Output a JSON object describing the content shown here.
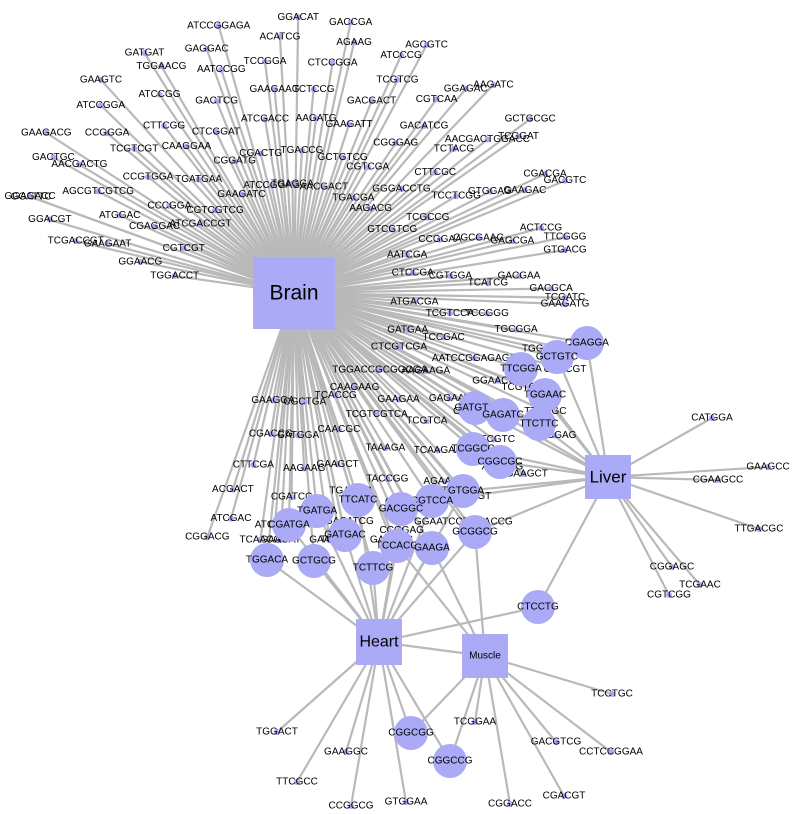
{
  "hubs": [
    {
      "id": "Brain",
      "label": "Brain",
      "color": "#aaaaf6"
    },
    {
      "id": "Liver",
      "label": "Liver",
      "color": "#aaaaf6"
    },
    {
      "id": "Heart",
      "label": "Heart",
      "color": "#aaaaf6"
    },
    {
      "id": "Muscle",
      "label": "Muscle",
      "color": "#aaaaf6"
    }
  ],
  "shared_nodes": [
    {
      "label": "CGAGGA",
      "links": [
        "Brain",
        "Liver"
      ]
    },
    {
      "label": "GCTGTC",
      "links": [
        "Brain",
        "Liver"
      ]
    },
    {
      "label": "TTCGGA",
      "links": [
        "Brain",
        "Liver"
      ]
    },
    {
      "label": "TGGAAC",
      "links": [
        "Brain",
        "Liver"
      ]
    },
    {
      "label": "GATGTC",
      "links": [
        "Brain",
        "Liver"
      ]
    },
    {
      "label": "GAGATC",
      "links": [
        "Brain",
        "Liver"
      ]
    },
    {
      "label": "TTCTTC",
      "links": [
        "Brain",
        "Liver"
      ]
    },
    {
      "label": "TCGGCC",
      "links": [
        "Brain",
        "Liver"
      ]
    },
    {
      "label": "CGGCGC",
      "links": [
        "Brain",
        "Liver"
      ]
    },
    {
      "label": "TGTGGA",
      "links": [
        "Brain",
        "Liver",
        "Heart"
      ]
    },
    {
      "label": "CGTCCA",
      "links": [
        "Brain",
        "Heart",
        "Liver"
      ]
    },
    {
      "label": "GACGGC",
      "links": [
        "Brain",
        "Heart"
      ]
    },
    {
      "label": "GCGGCG",
      "links": [
        "Brain",
        "Liver",
        "Heart",
        "Muscle"
      ]
    },
    {
      "label": "TTCATC",
      "links": [
        "Brain",
        "Heart"
      ]
    },
    {
      "label": "TGATGA",
      "links": [
        "Brain",
        "Heart"
      ]
    },
    {
      "label": "CGATGA",
      "links": [
        "Brain",
        "Heart"
      ]
    },
    {
      "label": "GATGAC",
      "links": [
        "Brain",
        "Heart"
      ]
    },
    {
      "label": "TCCACG",
      "links": [
        "Brain",
        "Heart",
        "Muscle"
      ]
    },
    {
      "label": "GAAGA",
      "links": [
        "Brain",
        "Heart",
        "Muscle"
      ]
    },
    {
      "label": "TCTTCG",
      "links": [
        "Brain",
        "Heart"
      ]
    },
    {
      "label": "TGGACA",
      "links": [
        "Brain",
        "Heart"
      ]
    },
    {
      "label": "GCTGCG",
      "links": [
        "Brain",
        "Heart"
      ]
    },
    {
      "label": "CTCCTG",
      "links": [
        "Liver",
        "Heart"
      ]
    },
    {
      "label": "CGGCGG",
      "links": [
        "Heart",
        "Muscle"
      ]
    },
    {
      "label": "CGGCCG",
      "links": [
        "Heart",
        "Muscle"
      ]
    }
  ],
  "brain_nodes": [
    "TGGACCT",
    "GGAACG",
    "GAAGAAT",
    "TCGACCGT",
    "GGACGT",
    "GGATTC",
    "GGAGACC",
    "CGTCGT",
    "CGAGGAC",
    "ATGGAC",
    "AGCGTCGTCG",
    "AACGACTG",
    "GACTGC",
    "GAAGACG",
    "ATCGACCGT",
    "CCCGGA",
    "CCGTGGA",
    "TCGTCGT",
    "CCGGGA",
    "ATCCGGA",
    "GAAGTC",
    "CGTCGTCG",
    "TGATGAA",
    "CAAGGAA",
    "CTTCGG",
    "ATCCGG",
    "TGGAACG",
    "GATGAT",
    "GAAGATC",
    "CGGATG",
    "CTCGGAT",
    "GACTCG",
    "AATCCGG",
    "GAGGAC",
    "ATCCGGAGA",
    "ATCCGGAG",
    "CGACTG",
    "ATCGACC",
    "GAAGAAG",
    "TCCGGA",
    "ACATCG",
    "GGACAT",
    "TGAGGA",
    "TGACCG",
    "AAGATG",
    "TCTCCG",
    "CTCCGGA",
    "AGAAG",
    "GACCGA",
    "AACGACT",
    "GCTGTCG",
    "GAAGATT",
    "GACGACT",
    "TCGTCG",
    "ATCCCG",
    "AGCGTC",
    "TGACGA",
    "CGTCGA",
    "CGGGAG",
    "GACATCG",
    "CGTCAA",
    "GGAGAC",
    "AAGATC",
    "AAGACG",
    "GGGACCTG",
    "CTTCGC",
    "TCTACG",
    "AACGACTGGACC",
    "TCGGAT",
    "GCTGCGC",
    "GTCGTCG",
    "TCGCCG",
    "TCCTCGG",
    "GTGGAG",
    "GAAGAC",
    "CGACGA",
    "GACGTC",
    "AATCGA",
    "CCGGAA",
    "CGCGAAC",
    "GAGCGA",
    "ACTCCG",
    "TTCGGG",
    "GTGACG",
    "CTCCGA",
    "CGTGGA",
    "TCATCG",
    "GACGAA",
    "GACGCA",
    "GAAGATG",
    "TCGATC",
    "ATGACGA",
    "TCGTCCA",
    "TCCGGG",
    "TGCGGA",
    "TGGACG",
    "GATGCC",
    "GACCGT",
    "GATGAA",
    "TCCGAC",
    "AATCCGGAGAGC",
    "GGAACCG",
    "TCGTCGTC",
    "TTCGGC",
    "GACGAG",
    "CTCGTCGA",
    "AAGAAGA",
    "GAGAAT",
    "CTCCGGA",
    "GTCGTC",
    "ATGACG",
    "AGAAGCT",
    "TGGACCGCGGCGA",
    "GAAGAA",
    "TCGTCA",
    "TCAAGAA",
    "AGAACG",
    "CGACCGT",
    "GGAATCCTCGACCG",
    "CAAGAAG",
    "TCGTCGTCA",
    "TAAAGA",
    "TACCGG",
    "GGAAGA",
    "CCGGAG",
    "GAAGAG",
    "TCACCG",
    "CAACGC",
    "GAAGCT",
    "TGAAGC",
    "TGGACATCG",
    "GAATCC",
    "TCGTTC",
    "CGCTGA",
    "GATGGA",
    "AAGAAG",
    "CGATCC",
    "ATCGTC",
    "GAAGAT",
    "TCAACG",
    "GAAGGA",
    "CGACCG",
    "CTTCGA",
    "ACGACT",
    "ATCGAC",
    "CGGACG"
  ],
  "liver_nodes": [
    "CATGGA",
    "GAAGCC",
    "CGAAGCC",
    "TTGACGC",
    "CGGAGC",
    "TCGAAC",
    "CGTCGG"
  ],
  "heart_nodes": [
    "TGGACT",
    "GAAGGC",
    "TTCGCC",
    "CCGGCG",
    "GTGGAA"
  ],
  "muscle_nodes": [
    "TCCTGC",
    "TCGGAA",
    "GACGTCG",
    "CCTCCGGAA",
    "CGGACC",
    "CGACGT"
  ]
}
